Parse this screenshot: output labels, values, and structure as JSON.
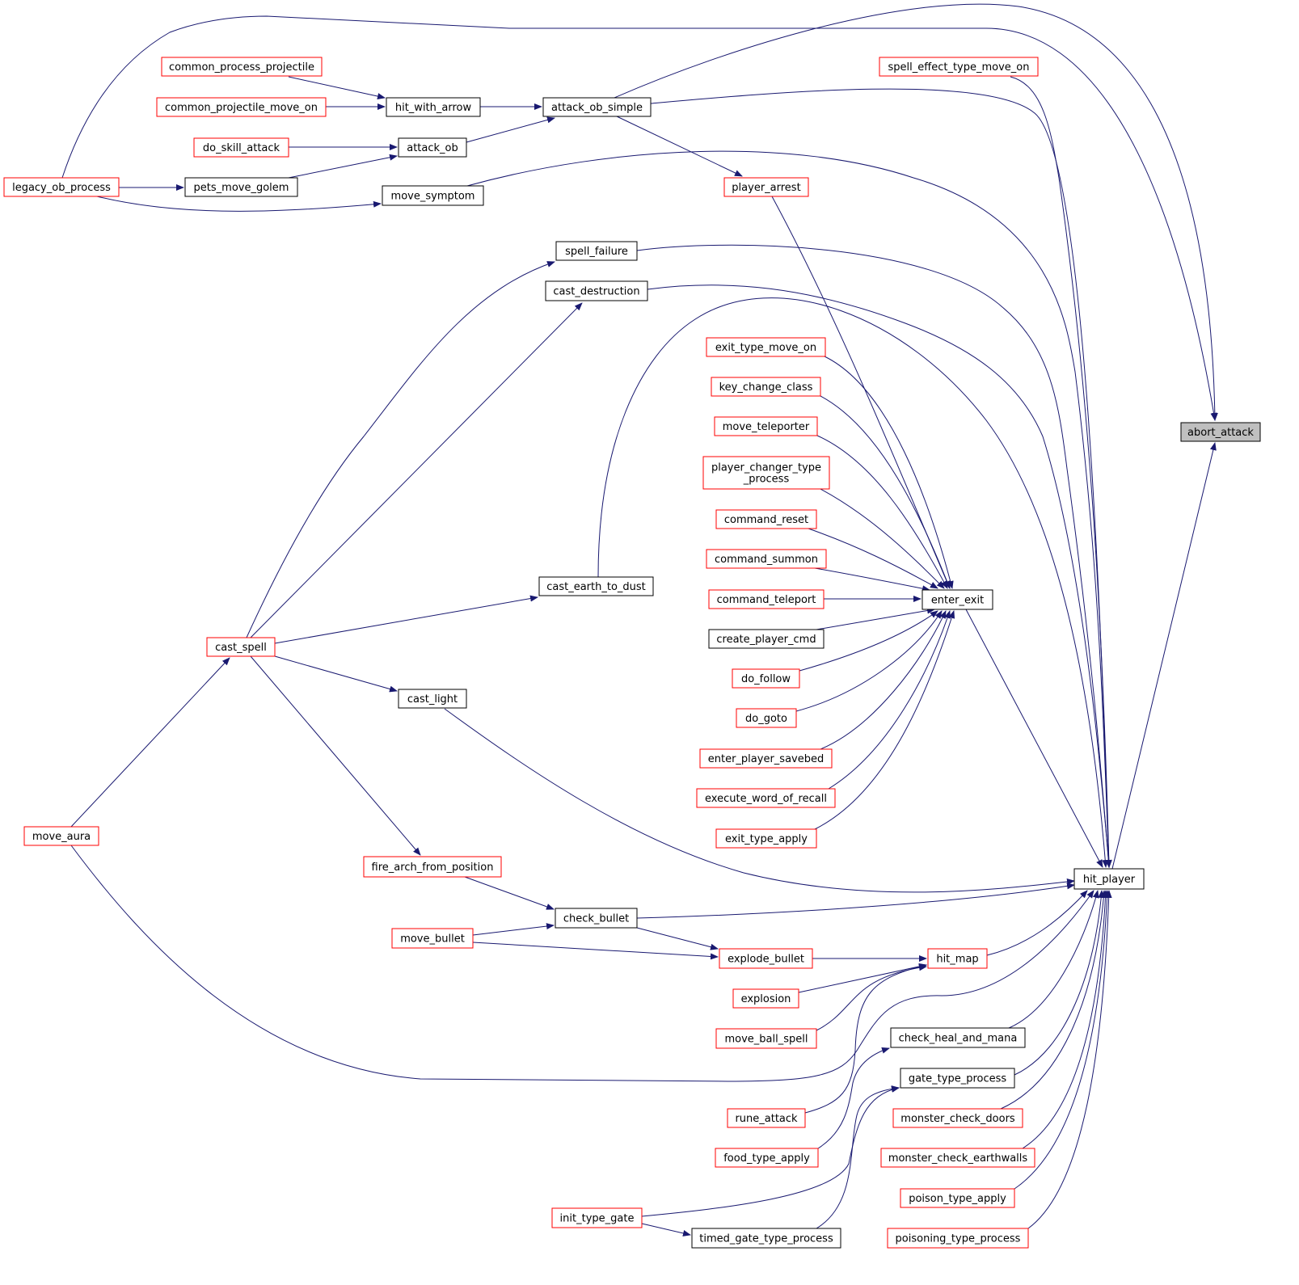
{
  "colors": {
    "edge": "#191970",
    "node_border_linked": "#ff0000",
    "node_border_plain": "#000000",
    "root_fill": "#bfbfbf",
    "background": "#ffffff"
  },
  "graph": {
    "root": "abort_attack",
    "nodes": [
      {
        "id": "abort_attack",
        "label": "abort_attack",
        "style": "root"
      },
      {
        "id": "hit_player",
        "label": "hit_player",
        "style": "plain"
      },
      {
        "id": "attack_ob_simple",
        "label": "attack_ob_simple",
        "style": "plain"
      },
      {
        "id": "legacy_ob_process",
        "label": "legacy_ob_process",
        "style": "linked"
      },
      {
        "id": "spell_effect_type_move_on",
        "label": "spell_effect_type_move_on",
        "style": "linked"
      },
      {
        "id": "common_process_projectile",
        "label": "common_process_projectile",
        "style": "linked"
      },
      {
        "id": "common_projectile_move_on",
        "label": "common_projectile_move_on",
        "style": "linked"
      },
      {
        "id": "hit_with_arrow",
        "label": "hit_with_arrow",
        "style": "plain"
      },
      {
        "id": "do_skill_attack",
        "label": "do_skill_attack",
        "style": "linked"
      },
      {
        "id": "attack_ob",
        "label": "attack_ob",
        "style": "plain"
      },
      {
        "id": "pets_move_golem",
        "label": "pets_move_golem",
        "style": "plain"
      },
      {
        "id": "move_symptom",
        "label": "move_symptom",
        "style": "plain"
      },
      {
        "id": "player_arrest",
        "label": "player_arrest",
        "style": "linked"
      },
      {
        "id": "spell_failure",
        "label": "spell_failure",
        "style": "plain"
      },
      {
        "id": "cast_destruction",
        "label": "cast_destruction",
        "style": "plain"
      },
      {
        "id": "exit_type_move_on",
        "label": "exit_type_move_on",
        "style": "linked"
      },
      {
        "id": "key_change_class",
        "label": "key_change_class",
        "style": "linked"
      },
      {
        "id": "move_teleporter",
        "label": "move_teleporter",
        "style": "linked"
      },
      {
        "id": "player_changer_type_process",
        "label": "player_changer_type\n_process",
        "style": "linked"
      },
      {
        "id": "command_reset",
        "label": "command_reset",
        "style": "linked"
      },
      {
        "id": "command_summon",
        "label": "command_summon",
        "style": "linked"
      },
      {
        "id": "command_teleport",
        "label": "command_teleport",
        "style": "linked"
      },
      {
        "id": "create_player_cmd",
        "label": "create_player_cmd",
        "style": "plain"
      },
      {
        "id": "do_follow",
        "label": "do_follow",
        "style": "linked"
      },
      {
        "id": "do_goto",
        "label": "do_goto",
        "style": "linked"
      },
      {
        "id": "enter_player_savebed",
        "label": "enter_player_savebed",
        "style": "linked"
      },
      {
        "id": "execute_word_of_recall",
        "label": "execute_word_of_recall",
        "style": "linked"
      },
      {
        "id": "exit_type_apply",
        "label": "exit_type_apply",
        "style": "linked"
      },
      {
        "id": "enter_exit",
        "label": "enter_exit",
        "style": "plain"
      },
      {
        "id": "cast_earth_to_dust",
        "label": "cast_earth_to_dust",
        "style": "plain"
      },
      {
        "id": "cast_spell",
        "label": "cast_spell",
        "style": "linked"
      },
      {
        "id": "cast_light",
        "label": "cast_light",
        "style": "plain"
      },
      {
        "id": "move_aura",
        "label": "move_aura",
        "style": "linked"
      },
      {
        "id": "fire_arch_from_position",
        "label": "fire_arch_from_position",
        "style": "linked"
      },
      {
        "id": "check_bullet",
        "label": "check_bullet",
        "style": "plain"
      },
      {
        "id": "move_bullet",
        "label": "move_bullet",
        "style": "linked"
      },
      {
        "id": "explode_bullet",
        "label": "explode_bullet",
        "style": "linked"
      },
      {
        "id": "hit_map",
        "label": "hit_map",
        "style": "linked"
      },
      {
        "id": "explosion",
        "label": "explosion",
        "style": "linked"
      },
      {
        "id": "move_ball_spell",
        "label": "move_ball_spell",
        "style": "linked"
      },
      {
        "id": "check_heal_and_mana",
        "label": "check_heal_and_mana",
        "style": "plain"
      },
      {
        "id": "gate_type_process",
        "label": "gate_type_process",
        "style": "plain"
      },
      {
        "id": "rune_attack",
        "label": "rune_attack",
        "style": "linked"
      },
      {
        "id": "monster_check_doors",
        "label": "monster_check_doors",
        "style": "linked"
      },
      {
        "id": "monster_check_earthwalls",
        "label": "monster_check_earthwalls",
        "style": "linked"
      },
      {
        "id": "food_type_apply",
        "label": "food_type_apply",
        "style": "linked"
      },
      {
        "id": "poison_type_apply",
        "label": "poison_type_apply",
        "style": "linked"
      },
      {
        "id": "init_type_gate",
        "label": "init_type_gate",
        "style": "linked"
      },
      {
        "id": "timed_gate_type_process",
        "label": "timed_gate_type_process",
        "style": "plain"
      },
      {
        "id": "poisoning_type_process",
        "label": "poisoning_type_process",
        "style": "linked"
      }
    ],
    "edges": [
      {
        "from": "hit_player",
        "to": "abort_attack"
      },
      {
        "from": "attack_ob_simple",
        "to": "abort_attack"
      },
      {
        "from": "legacy_ob_process",
        "to": "abort_attack"
      },
      {
        "from": "attack_ob_simple",
        "to": "hit_player"
      },
      {
        "from": "spell_effect_type_move_on",
        "to": "hit_player"
      },
      {
        "from": "move_symptom",
        "to": "hit_player"
      },
      {
        "from": "spell_failure",
        "to": "hit_player"
      },
      {
        "from": "cast_destruction",
        "to": "hit_player"
      },
      {
        "from": "cast_earth_to_dust",
        "to": "hit_player"
      },
      {
        "from": "enter_exit",
        "to": "hit_player"
      },
      {
        "from": "cast_light",
        "to": "hit_player"
      },
      {
        "from": "check_bullet",
        "to": "hit_player"
      },
      {
        "from": "hit_map",
        "to": "hit_player"
      },
      {
        "from": "move_aura",
        "to": "hit_player"
      },
      {
        "from": "check_heal_and_mana",
        "to": "hit_player"
      },
      {
        "from": "gate_type_process",
        "to": "hit_player"
      },
      {
        "from": "monster_check_doors",
        "to": "hit_player"
      },
      {
        "from": "monster_check_earthwalls",
        "to": "hit_player"
      },
      {
        "from": "poison_type_apply",
        "to": "hit_player"
      },
      {
        "from": "poisoning_type_process",
        "to": "hit_player"
      },
      {
        "from": "hit_with_arrow",
        "to": "attack_ob_simple"
      },
      {
        "from": "attack_ob",
        "to": "attack_ob_simple"
      },
      {
        "from": "common_process_projectile",
        "to": "hit_with_arrow"
      },
      {
        "from": "common_projectile_move_on",
        "to": "hit_with_arrow"
      },
      {
        "from": "do_skill_attack",
        "to": "attack_ob"
      },
      {
        "from": "pets_move_golem",
        "to": "attack_ob"
      },
      {
        "from": "legacy_ob_process",
        "to": "pets_move_golem"
      },
      {
        "from": "legacy_ob_process",
        "to": "move_symptom"
      },
      {
        "from": "attack_ob_simple",
        "to": "player_arrest"
      },
      {
        "from": "player_arrest",
        "to": "enter_exit"
      },
      {
        "from": "exit_type_move_on",
        "to": "enter_exit"
      },
      {
        "from": "key_change_class",
        "to": "enter_exit"
      },
      {
        "from": "move_teleporter",
        "to": "enter_exit"
      },
      {
        "from": "player_changer_type_process",
        "to": "enter_exit"
      },
      {
        "from": "command_reset",
        "to": "enter_exit"
      },
      {
        "from": "command_summon",
        "to": "enter_exit"
      },
      {
        "from": "command_teleport",
        "to": "enter_exit"
      },
      {
        "from": "create_player_cmd",
        "to": "enter_exit"
      },
      {
        "from": "do_follow",
        "to": "enter_exit"
      },
      {
        "from": "do_goto",
        "to": "enter_exit"
      },
      {
        "from": "enter_player_savebed",
        "to": "enter_exit"
      },
      {
        "from": "execute_word_of_recall",
        "to": "enter_exit"
      },
      {
        "from": "exit_type_apply",
        "to": "enter_exit"
      },
      {
        "from": "cast_spell",
        "to": "spell_failure"
      },
      {
        "from": "cast_spell",
        "to": "cast_destruction"
      },
      {
        "from": "cast_spell",
        "to": "cast_earth_to_dust"
      },
      {
        "from": "cast_spell",
        "to": "cast_light"
      },
      {
        "from": "cast_spell",
        "to": "fire_arch_from_position"
      },
      {
        "from": "move_aura",
        "to": "cast_spell"
      },
      {
        "from": "fire_arch_from_position",
        "to": "check_bullet"
      },
      {
        "from": "move_bullet",
        "to": "check_bullet"
      },
      {
        "from": "check_bullet",
        "to": "explode_bullet"
      },
      {
        "from": "move_bullet",
        "to": "explode_bullet"
      },
      {
        "from": "explode_bullet",
        "to": "hit_map"
      },
      {
        "from": "explosion",
        "to": "hit_map"
      },
      {
        "from": "move_ball_spell",
        "to": "hit_map"
      },
      {
        "from": "rune_attack",
        "to": "hit_map"
      },
      {
        "from": "food_type_apply",
        "to": "check_heal_and_mana"
      },
      {
        "from": "init_type_gate",
        "to": "gate_type_process"
      },
      {
        "from": "timed_gate_type_process",
        "to": "gate_type_process"
      },
      {
        "from": "init_type_gate",
        "to": "timed_gate_type_process"
      }
    ]
  }
}
